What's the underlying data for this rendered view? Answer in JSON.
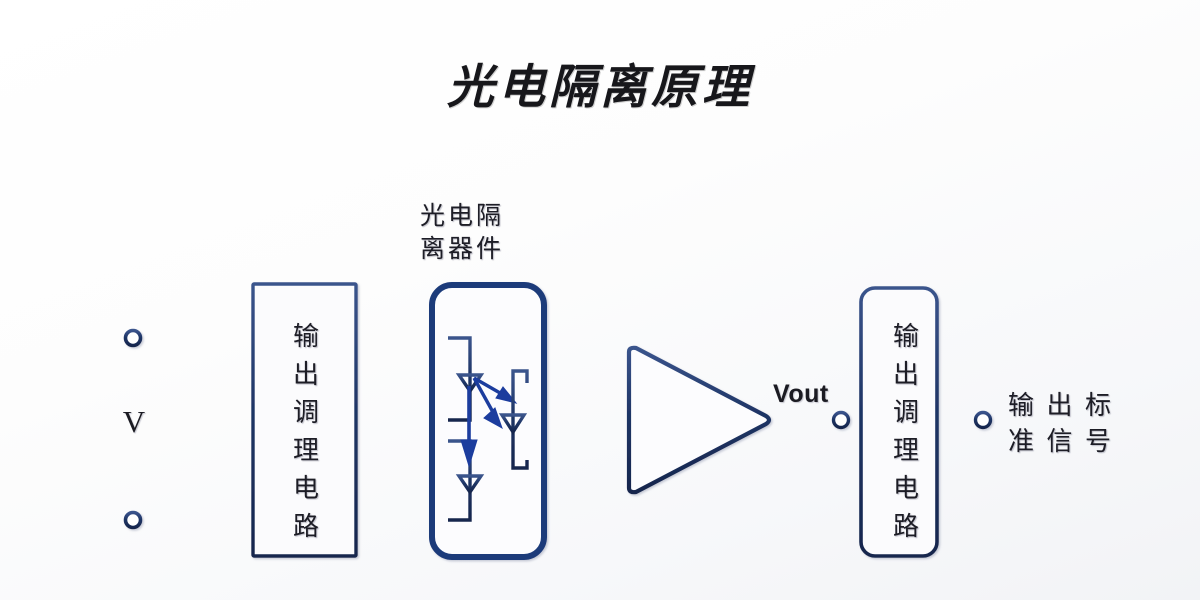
{
  "title": "光电隔离原理",
  "colors": {
    "wire": "#1f3566",
    "wire_light": "#2b4a8f",
    "arrow": "#1b3c9e",
    "opto_border": "#1a3a7a",
    "text": "#1d1d26",
    "background": "#ffffff"
  },
  "source": {
    "label": "V",
    "terminal_top_name": "terminal-positive",
    "terminal_bottom_name": "terminal-negative"
  },
  "blocks": {
    "input_conditioning": {
      "label": "输出调理电路",
      "chars": [
        "输",
        "出",
        "调",
        "理",
        "电",
        "路"
      ],
      "shape": "rectangle"
    },
    "output_conditioning": {
      "label": "输出调理电路",
      "chars": [
        "输",
        "出",
        "调",
        "理",
        "电",
        "路"
      ],
      "shape": "rounded-rectangle"
    }
  },
  "optocoupler": {
    "caption_lines": [
      "光电隔",
      "离器件"
    ],
    "caption": "光电隔离器件",
    "components": {
      "led_top": "led-diode-top",
      "led_bottom": "led-diode-bottom",
      "photodiode": "photodiode",
      "light_arrows": 3
    }
  },
  "amplifier": {
    "name": "amplifier-triangle",
    "inputs": 2,
    "output_label": "Vout"
  },
  "output": {
    "label": "输出标准信号",
    "label_lines": [
      "输 出 标",
      "准 信 号"
    ]
  }
}
